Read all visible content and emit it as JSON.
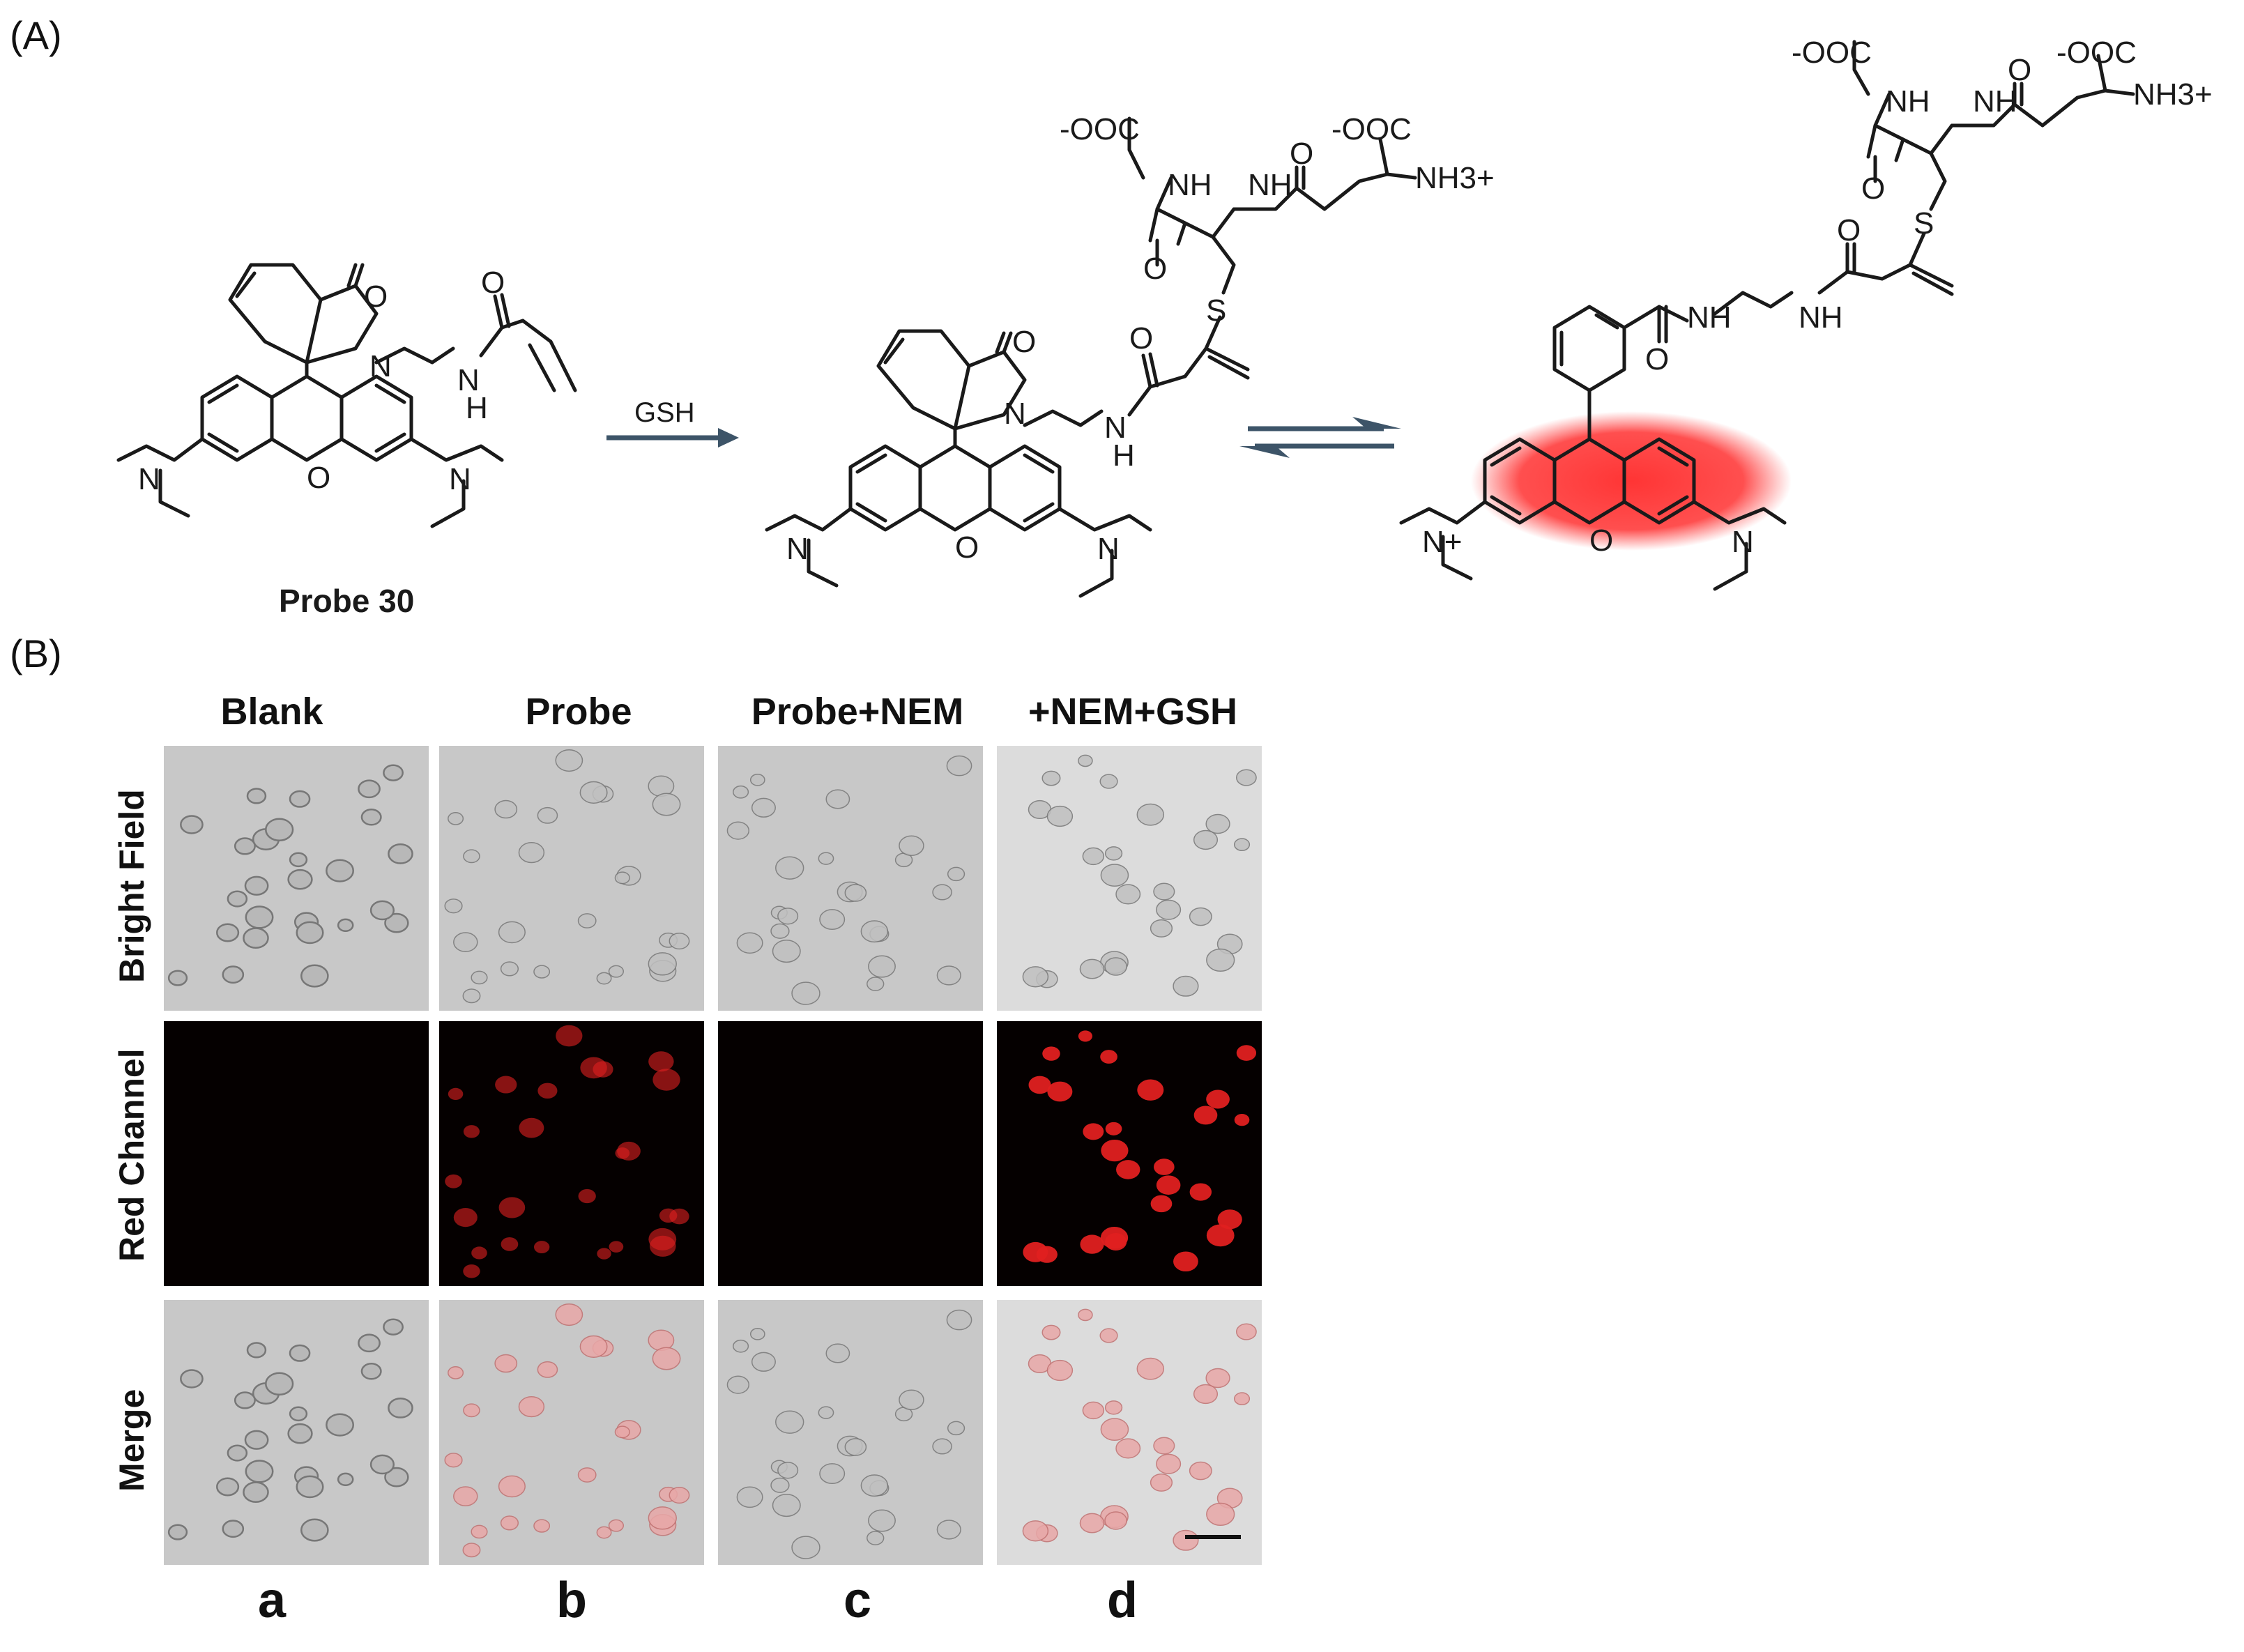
{
  "panel_a": {
    "label": "(A)",
    "probe_name": "Probe 30",
    "reagent": "GSH",
    "atom_labels": {
      "O": "O",
      "N": "N",
      "NH": "NH",
      "H": "H",
      "S": "S",
      "N_plus": "N+",
      "COO_minus": "-OOC",
      "NH3_plus": "NH3+"
    }
  },
  "panel_b": {
    "label": "(B)",
    "columns": [
      {
        "header": "Blank",
        "letter": "a"
      },
      {
        "header": "Probe",
        "letter": "b"
      },
      {
        "header": "Probe+NEM",
        "letter": "c"
      },
      {
        "header": "+NEM+GSH",
        "letter": "d"
      }
    ],
    "rows": [
      "Bright Field",
      "Red Channel",
      "Merge"
    ],
    "colors": {
      "red_fluorescence": "#e02020",
      "dark_bg": "#050000",
      "bright_bg": "#c8c8c8"
    }
  }
}
